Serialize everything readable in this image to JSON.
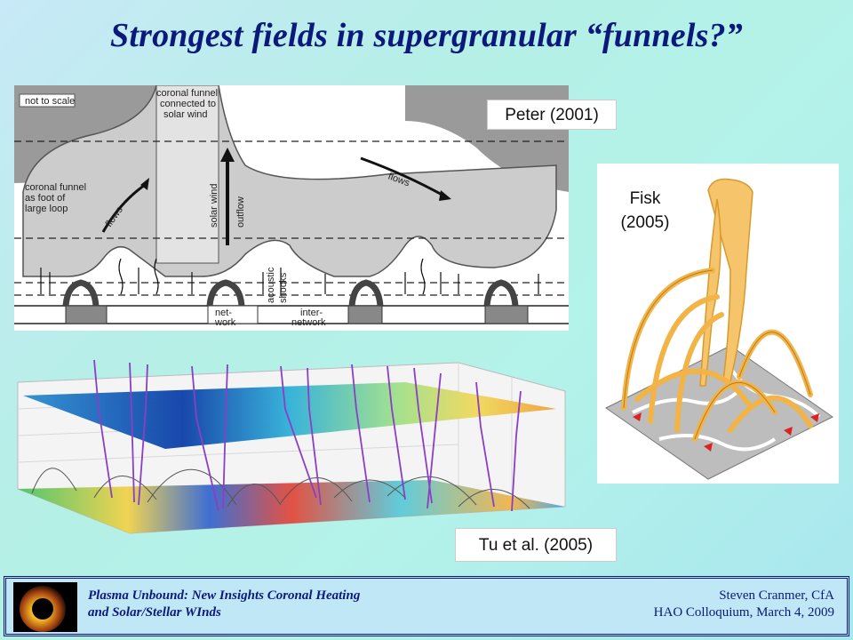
{
  "slide": {
    "title": "Strongest fields in supergranular “funnels?”"
  },
  "figures": {
    "peter": {
      "caption": "Peter (2001)",
      "labels": {
        "not_to_scale": "not to scale",
        "coronal_funnel_wind_1": "coronal funnel",
        "coronal_funnel_wind_2": "connected to",
        "coronal_funnel_wind_3": "solar wind",
        "coronal_funnel_loop_1": "coronal funnel",
        "coronal_funnel_loop_2": "as foot of",
        "coronal_funnel_loop_3": "large loop",
        "flows_left": "flows",
        "flows_right": "flows",
        "solar_wind_outflow_1": "solar wind",
        "solar_wind_outflow_2": "outflow",
        "acoustic": "acoustic",
        "shocks": "shocks",
        "network_1": "net-",
        "network_2": "work",
        "internetwork_1": "inter-",
        "internetwork_2": "network"
      }
    },
    "fisk": {
      "caption_line1": "Fisk",
      "caption_line2": "(2005)"
    },
    "tu": {
      "caption": "Tu et al. (2005)"
    }
  },
  "footer": {
    "left_line1": "Plasma Unbound:  New Insights Coronal Heating",
    "left_line2": "and Solar/Stellar WInds",
    "right_line1": "Steven Cranmer,  CfA",
    "right_line2": "HAO Colloquium, March 4, 2009"
  },
  "colors": {
    "title": "#0b1a7a",
    "funnel_fill": "#c8c8c8",
    "loop_orange": "#f2b347",
    "field_line_purple": "#8a3fc4"
  }
}
